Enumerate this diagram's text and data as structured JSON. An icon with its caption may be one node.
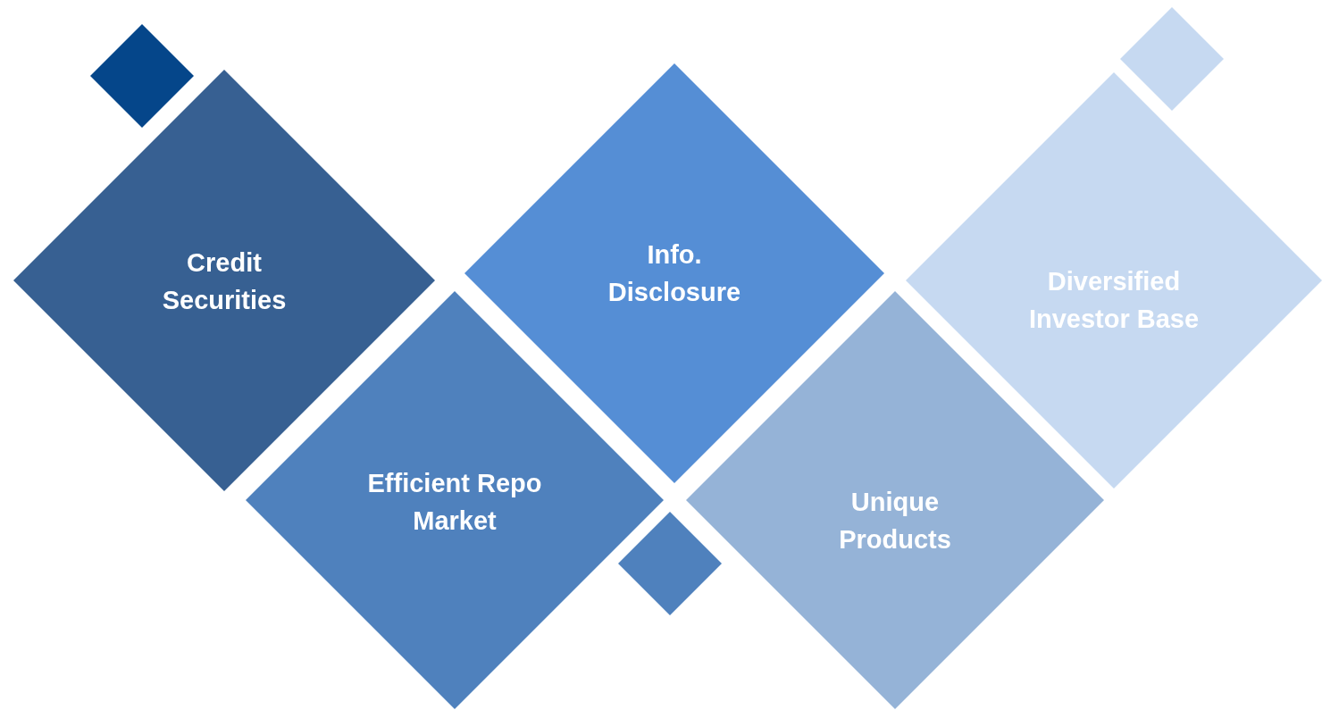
{
  "diagram": {
    "nodes": [
      {
        "text": [
          "Credit Securities"
        ]
      },
      {
        "text": [
          "Info. Disclosure"
        ]
      },
      {
        "text": [
          "Diversified Investor Base"
        ]
      },
      {
        "text": [
          "Efficient Repo Market"
        ]
      },
      {
        "text": [
          "Unique Products"
        ]
      },
      {
        "text": [],
        "shape": "diamond"
      },
      {
        "text": [],
        "shape": "diamond"
      },
      {
        "text": [],
        "shape": "diamond"
      }
    ]
  }
}
